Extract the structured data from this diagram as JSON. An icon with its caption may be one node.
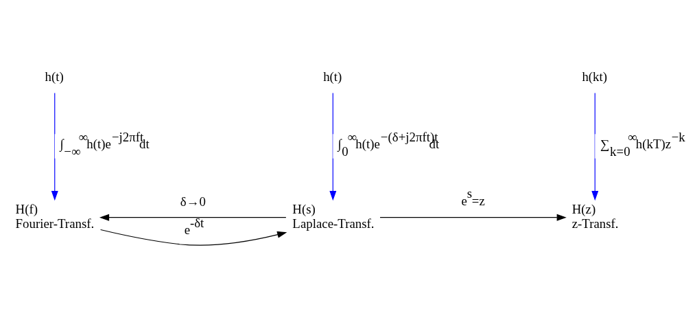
{
  "diagram": {
    "nodes": [
      {
        "text": [
          "h(t)"
        ]
      },
      {
        "text": [
          "h(t)"
        ]
      },
      {
        "text": [
          "h(kt)"
        ]
      },
      {
        "text": [
          "H(f)",
          "Fourier-Transf."
        ]
      },
      {
        "text": [
          "H(s)",
          "Laplace-Transf."
        ]
      },
      {
        "text": [
          "H(z)",
          "z-Transf."
        ]
      }
    ],
    "edges": [
      {
        "from": 0,
        "to": 3,
        "arrow": "to",
        "color": "#0000ff",
        "label": "∫$_{−∞}$$^{∞}$h(t)e$^{−j2πft}$dt"
      },
      {
        "from": 1,
        "to": 4,
        "arrow": "to",
        "color": "#0000ff",
        "label": "∫$_{0}$$^{∞}$h(t)e$^{−(δ+j2πft)t}$dt"
      },
      {
        "from": 2,
        "to": 5,
        "arrow": "to",
        "color": "#0000ff",
        "label": "∑$_{k=0}$$^{∞}$h(kT)z$^{−k}$"
      },
      {
        "from": 3,
        "to": 4,
        "arrow": "to",
        "color": "#000000",
        "label": "e$^{-δt}$"
      },
      {
        "from": 4,
        "to": 5,
        "arrow": "to",
        "color": "#000000",
        "label": "e$^{s}$=z"
      },
      {
        "from": 4,
        "to": 3,
        "arrow": "to",
        "color": "#000000",
        "label": "δ→0"
      }
    ]
  }
}
